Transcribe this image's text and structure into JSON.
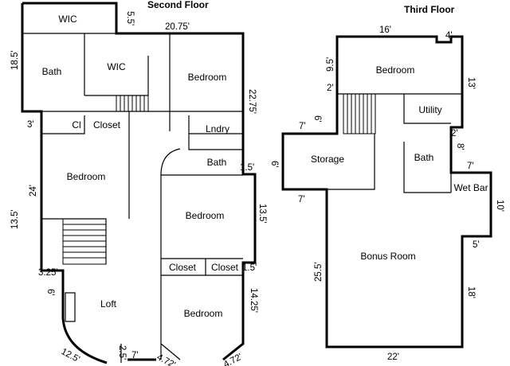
{
  "floors": {
    "second": {
      "title": "Second Floor",
      "rooms": {
        "wic_top": "WIC",
        "bath": "Bath",
        "wic_mid": "WIC",
        "bedroom_upper_right": "Bedroom",
        "closet_ci": "Cl",
        "closet": "Closet",
        "laundry": "Lndry",
        "bath_small": "Bath",
        "bedroom_left": "Bedroom",
        "bedroom_mid_right": "Bedroom",
        "closet_left": "Closet",
        "closet_right": "Closet",
        "loft": "Loft",
        "bedroom_bottom": "Bedroom"
      },
      "dims": {
        "d_5_5": "5.5'",
        "d_20_75": "20.75'",
        "d_18_5": "18.5'",
        "d_22_75": "22.75'",
        "d_3": "3'",
        "d_1_5a": "1.5'",
        "d_24": "24'",
        "d_13_5_left": "13.5'",
        "d_13_5_right": "13.5'",
        "d_1_5b": "1.5'",
        "d_3_25": "3.25'",
        "d_6": "6'",
        "d_14_25": "14.25'",
        "d_12_5": "12.5'",
        "d_2_5": "2.5'",
        "d_7": "7'",
        "d_4_72a": "4.72'",
        "d_4_72b": "4.72'"
      }
    },
    "third": {
      "title": "Third Floor",
      "rooms": {
        "bedroom": "Bedroom",
        "utility": "Utility",
        "storage": "Storage",
        "bath": "Bath",
        "wet_bar": "Wet Bar",
        "bonus_room": "Bonus Room"
      },
      "dims": {
        "d_16": "16'",
        "d_4": "4'",
        "d_9_5": "9.5'",
        "d_13": "13'",
        "d_2a": "2'",
        "d_6a": "6'",
        "d_7a": "7'",
        "d_2b": "2'",
        "d_8": "8'",
        "d_6b": "6'",
        "d_7b": "7'",
        "d_7c": "7'",
        "d_10": "10'",
        "d_5": "5'",
        "d_25_5": "25.5'",
        "d_18": "18'",
        "d_22": "22'"
      }
    }
  }
}
